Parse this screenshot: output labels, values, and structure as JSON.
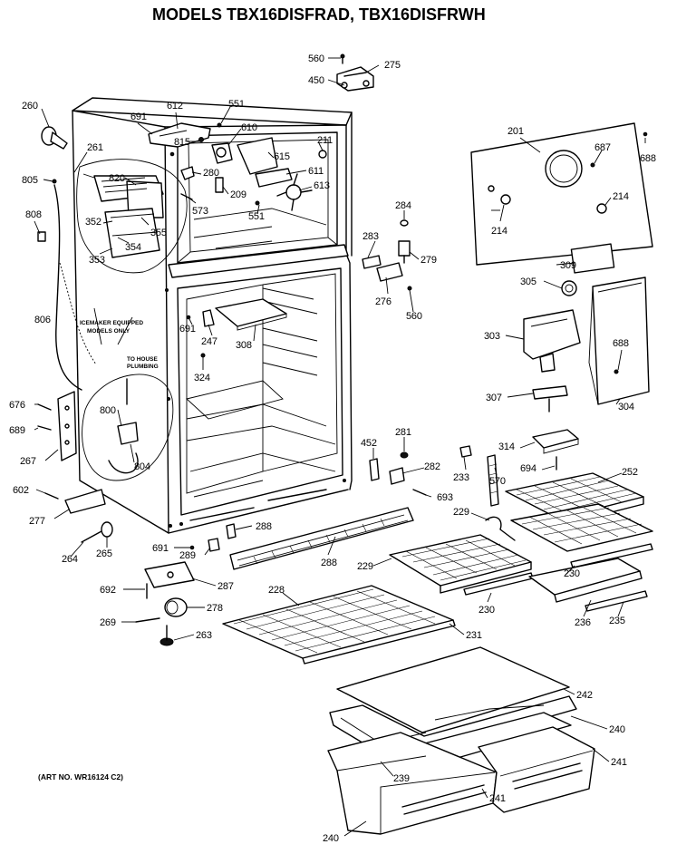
{
  "title": "MODELS TBX16DISFRAD, TBX16DISFRWH",
  "art_number": "(ART NO. WR16124 C2)",
  "notes": {
    "icemaker_line1": "ICEMAKER EQUIPPED",
    "icemaker_line2": "MODELS ONLY",
    "plumbing_line1": "TO HOUSE",
    "plumbing_line2": "PLUMBING"
  },
  "callouts": [
    {
      "id": "560a",
      "text": "560"
    },
    {
      "id": "275",
      "text": "275"
    },
    {
      "id": "450",
      "text": "450"
    },
    {
      "id": "260",
      "text": "260"
    },
    {
      "id": "612",
      "text": "612"
    },
    {
      "id": "551a",
      "text": "551"
    },
    {
      "id": "691a",
      "text": "691"
    },
    {
      "id": "610",
      "text": "610"
    },
    {
      "id": "815",
      "text": "815"
    },
    {
      "id": "211",
      "text": "211"
    },
    {
      "id": "201",
      "text": "201"
    },
    {
      "id": "687",
      "text": "687"
    },
    {
      "id": "688a",
      "text": "688"
    },
    {
      "id": "261",
      "text": "261"
    },
    {
      "id": "615",
      "text": "615"
    },
    {
      "id": "611",
      "text": "611"
    },
    {
      "id": "805",
      "text": "805"
    },
    {
      "id": "820",
      "text": "820"
    },
    {
      "id": "280",
      "text": "280"
    },
    {
      "id": "613",
      "text": "613"
    },
    {
      "id": "209",
      "text": "209"
    },
    {
      "id": "573",
      "text": "573"
    },
    {
      "id": "551b",
      "text": "551"
    },
    {
      "id": "284",
      "text": "284"
    },
    {
      "id": "214a",
      "text": "214"
    },
    {
      "id": "214b",
      "text": "214"
    },
    {
      "id": "808",
      "text": "808"
    },
    {
      "id": "352",
      "text": "352"
    },
    {
      "id": "355",
      "text": "355"
    },
    {
      "id": "354",
      "text": "354"
    },
    {
      "id": "353",
      "text": "353"
    },
    {
      "id": "283",
      "text": "283"
    },
    {
      "id": "279",
      "text": "279"
    },
    {
      "id": "309",
      "text": "309"
    },
    {
      "id": "305",
      "text": "305"
    },
    {
      "id": "276",
      "text": "276"
    },
    {
      "id": "560b",
      "text": "560"
    },
    {
      "id": "806",
      "text": "806"
    },
    {
      "id": "691b",
      "text": "691"
    },
    {
      "id": "247",
      "text": "247"
    },
    {
      "id": "308",
      "text": "308"
    },
    {
      "id": "303",
      "text": "303"
    },
    {
      "id": "688b",
      "text": "688"
    },
    {
      "id": "324",
      "text": "324"
    },
    {
      "id": "307",
      "text": "307"
    },
    {
      "id": "676",
      "text": "676"
    },
    {
      "id": "800",
      "text": "800"
    },
    {
      "id": "689",
      "text": "689"
    },
    {
      "id": "304",
      "text": "304"
    },
    {
      "id": "281",
      "text": "281"
    },
    {
      "id": "452",
      "text": "452"
    },
    {
      "id": "314",
      "text": "314"
    },
    {
      "id": "267",
      "text": "267"
    },
    {
      "id": "804",
      "text": "804"
    },
    {
      "id": "282",
      "text": "282"
    },
    {
      "id": "694",
      "text": "694"
    },
    {
      "id": "233",
      "text": "233"
    },
    {
      "id": "570",
      "text": "570"
    },
    {
      "id": "252",
      "text": "252"
    },
    {
      "id": "602",
      "text": "602"
    },
    {
      "id": "693",
      "text": "693"
    },
    {
      "id": "277",
      "text": "277"
    },
    {
      "id": "229a",
      "text": "229"
    },
    {
      "id": "288a",
      "text": "288"
    },
    {
      "id": "264",
      "text": "264"
    },
    {
      "id": "265",
      "text": "265"
    },
    {
      "id": "691c",
      "text": "691"
    },
    {
      "id": "289",
      "text": "289"
    },
    {
      "id": "288b",
      "text": "288"
    },
    {
      "id": "229b",
      "text": "229"
    },
    {
      "id": "230a",
      "text": "230"
    },
    {
      "id": "287",
      "text": "287"
    },
    {
      "id": "692",
      "text": "692"
    },
    {
      "id": "230b",
      "text": "230"
    },
    {
      "id": "228",
      "text": "228"
    },
    {
      "id": "278",
      "text": "278"
    },
    {
      "id": "236",
      "text": "236"
    },
    {
      "id": "235",
      "text": "235"
    },
    {
      "id": "269",
      "text": "269"
    },
    {
      "id": "231",
      "text": "231"
    },
    {
      "id": "263",
      "text": "263"
    },
    {
      "id": "242",
      "text": "242"
    },
    {
      "id": "240a",
      "text": "240"
    },
    {
      "id": "241a",
      "text": "241"
    },
    {
      "id": "239",
      "text": "239"
    },
    {
      "id": "241b",
      "text": "241"
    },
    {
      "id": "240b",
      "text": "240"
    }
  ]
}
